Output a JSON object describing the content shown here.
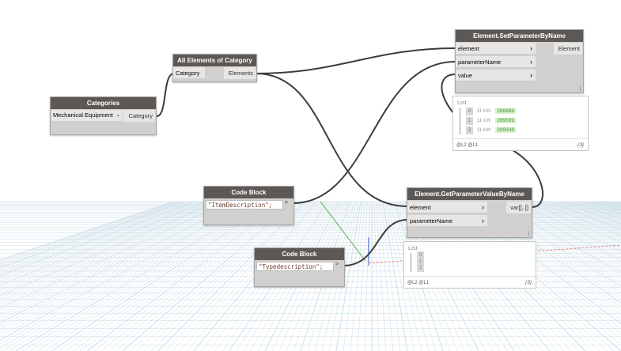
{
  "nodes": {
    "categories": {
      "title": "Categories",
      "dropdown_value": "Mechanical Equipment",
      "output": "Category"
    },
    "all_elements": {
      "title": "All Elements of Category",
      "input": "Category",
      "output": "Elements"
    },
    "set_param": {
      "title": "Element.SetParameterByName",
      "inputs": [
        "element",
        "parameterName",
        "value"
      ],
      "output": "Element"
    },
    "get_param": {
      "title": "Element.GetParameterValueByName",
      "inputs": [
        "element",
        "parameterName"
      ],
      "output": "var[]..[]"
    },
    "code_block_1": {
      "title": "Code Block",
      "code": "\"ItemDescription\";",
      "output": ">"
    },
    "code_block_2": {
      "title": "Code Block",
      "code": "\"Typedescription\";",
      "output": ">"
    }
  },
  "previews": {
    "set_param": {
      "title": "List",
      "rows": [
        {
          "index": "0",
          "keyword": "11 kW",
          "value": "268988"
        },
        {
          "index": "1",
          "keyword": "11 kW",
          "value": "269089"
        },
        {
          "index": "2",
          "keyword": "11 kW",
          "value": "269348"
        }
      ],
      "levels": "@L2 @L1",
      "count": "{3}"
    },
    "get_param": {
      "title": "List",
      "rows": [
        {
          "index": "0"
        },
        {
          "index": "1"
        },
        {
          "index": "2"
        }
      ],
      "levels": "@L2 @L1",
      "count": "{3}"
    }
  },
  "colors": {
    "header": "#5c5856",
    "node_body": "#d2d0ce",
    "wire": "#3d3d3d",
    "grid": "#c9dce6",
    "value_highlight": "#d9f0c9"
  }
}
